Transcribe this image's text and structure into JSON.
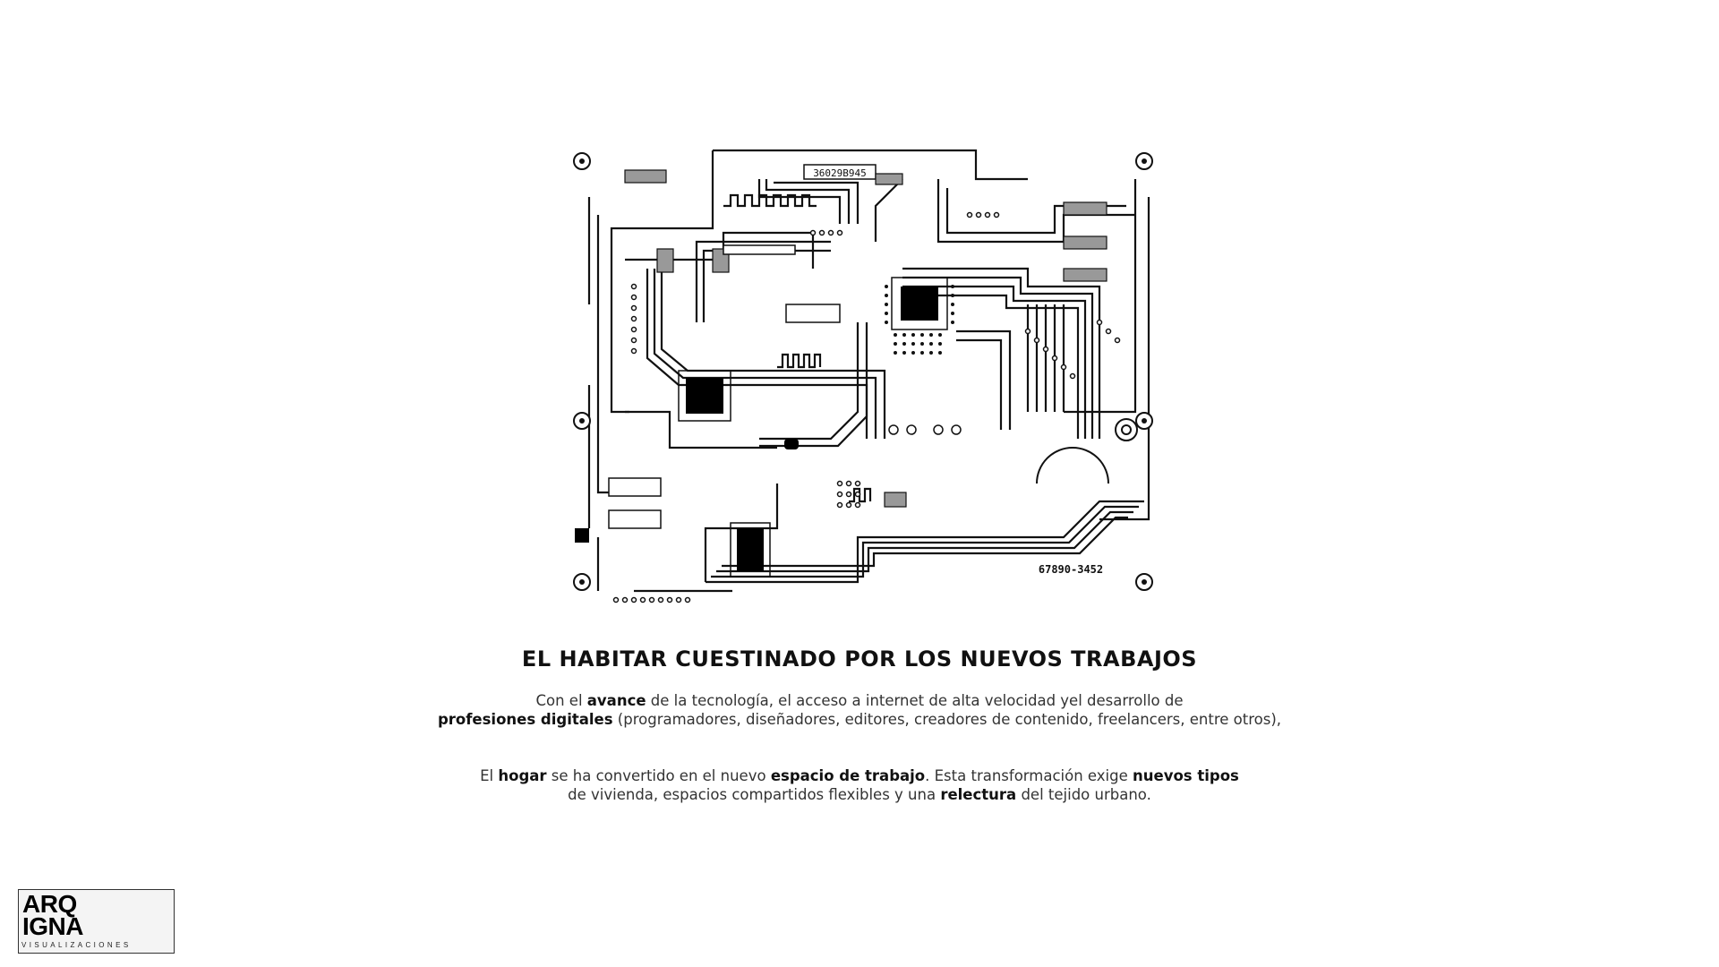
{
  "board": {
    "label_top": "36029B945",
    "label_bottom": "67890-3452"
  },
  "heading": "EL HABITAR CUESTINADO POR LOS NUEVOS TRABAJOS",
  "paragraph1": {
    "t1": "Con el ",
    "b1": "avance",
    "t2": " de la tecnología, el acceso a internet de alta velocidad yel desarrollo de ",
    "b2": "profesiones digitales",
    "t3": " (programadores, diseñadores, editores, creadores de contenido, freelancers, entre otros),"
  },
  "paragraph2": {
    "t1": "El ",
    "b1": "hogar",
    "t2": " se ha convertido en el nuevo ",
    "b2": "espacio de trabajo",
    "t3": ". Esta transformación exige ",
    "b3": "nuevos tipos",
    "t4": " de vivienda, espacios compartidos flexibles y una ",
    "b4": "relectura",
    "t5": " del tejido urbano."
  },
  "logo": {
    "line1": "ARQ",
    "line2": "IGNA",
    "subtitle": "VISUALIZACIONES"
  }
}
